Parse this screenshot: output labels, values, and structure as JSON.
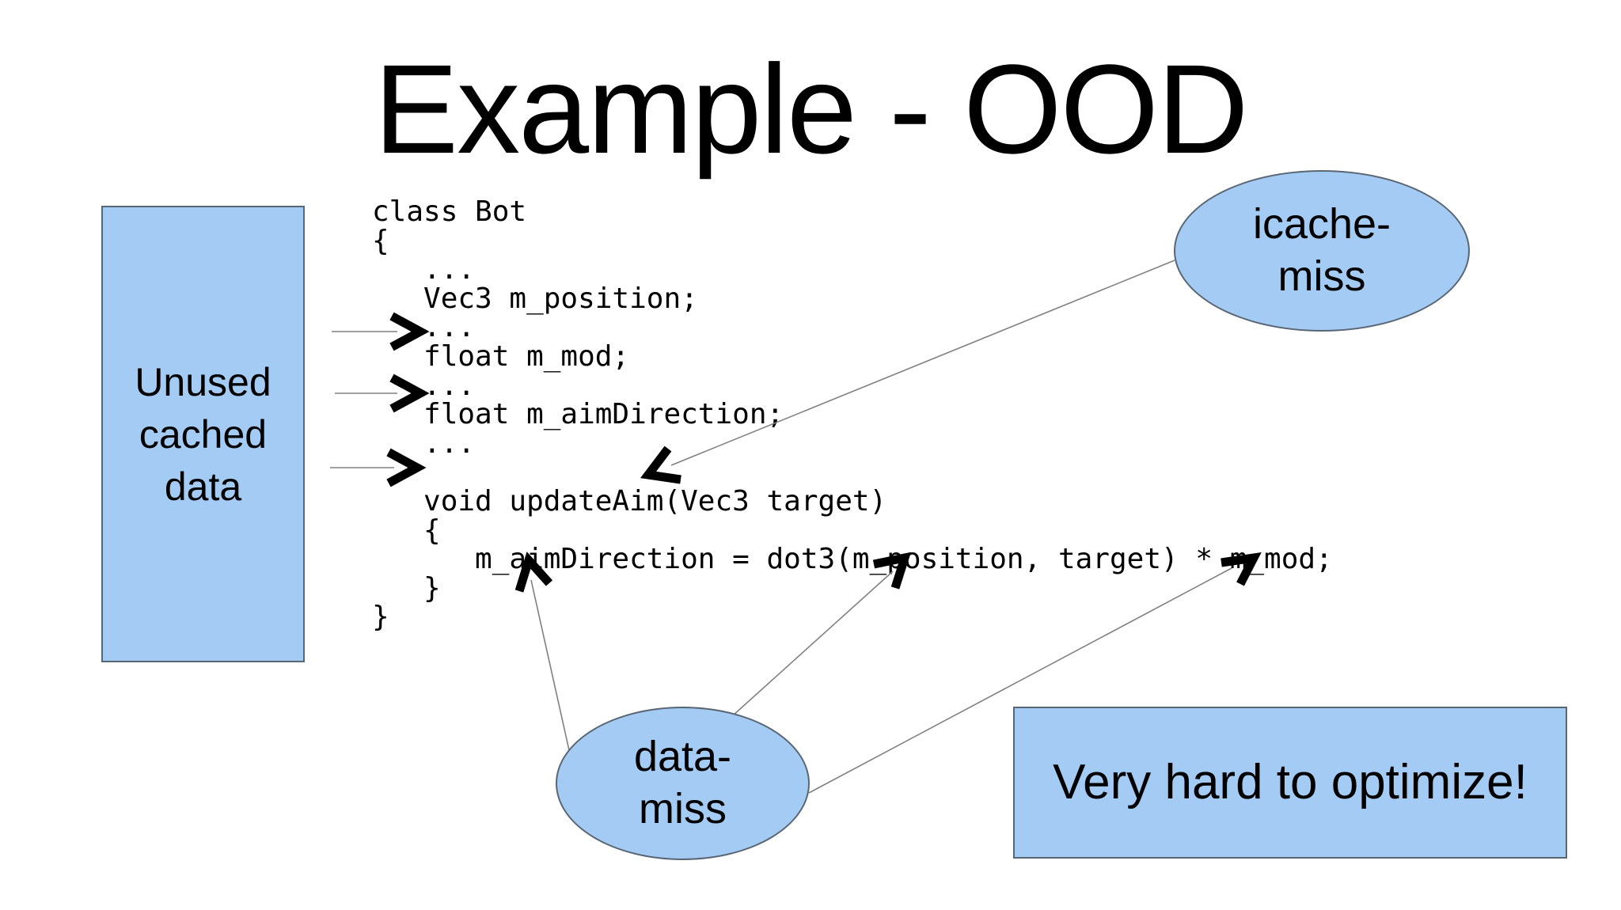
{
  "title": "Example - OOD",
  "code": {
    "text": "class Bot\n{\n   ...\n   Vec3 m_position;\n   ...\n   float m_mod;\n   ...\n   float m_aimDirection;\n   ...\n\n   void updateAim(Vec3 target)\n   {\n      m_aimDirection = dot3(m_position, target) * m_mod;\n   }\n}"
  },
  "callouts": {
    "unused_cached_data": "Unused\ncached\ndata",
    "icache_miss": "icache-\nmiss",
    "data_miss": "data-\nmiss",
    "very_hard": "Very hard to optimize!"
  },
  "colors": {
    "shape_fill": "#A3CBF4",
    "shape_border": "#596673",
    "connector_line": "#808080",
    "arrowhead": "#000000",
    "text": "#000000",
    "background": "#FFFFFF"
  }
}
